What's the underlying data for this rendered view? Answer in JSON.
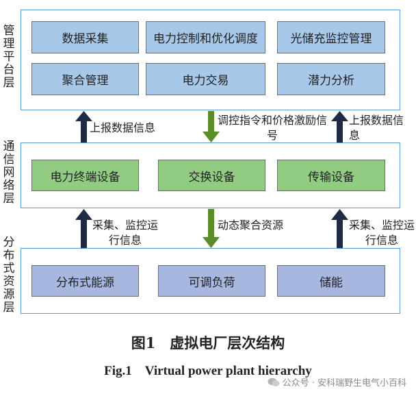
{
  "layers": {
    "management": {
      "label": "管理平台层",
      "modules": [
        "数据采集",
        "电力控制和优化调度",
        "光储充监控管理",
        "聚合管理",
        "电力交易",
        "潜力分析"
      ]
    },
    "communication": {
      "label": "通信网络层",
      "modules": [
        "电力终端设备",
        "交换设备",
        "传输设备"
      ]
    },
    "distributed": {
      "label": "分布式资源层",
      "modules": [
        "分布式能源",
        "可调负荷",
        "储能"
      ]
    }
  },
  "arrows": {
    "upper_left": "上报数据信息",
    "upper_mid": "调控指令和价格激励信号",
    "upper_right": "上报数据信息",
    "lower_left": "采集、监控运行信息",
    "lower_mid": "动态聚合资源",
    "lower_right": "采集、监控运行信息"
  },
  "caption": {
    "chinese": "图1　虚拟电厂层次结构",
    "english": "Fig.1　Virtual power plant hierarchy"
  },
  "watermark": "公众号 · 安科瑞野生电气小百科",
  "colors": {
    "layer_border": "#5b9bd5",
    "management_module": "#a8c8ea",
    "communication_module": "#92cc82",
    "distributed_module": "#a7b7e0",
    "arrow_up": "#1f2a44",
    "arrow_down": "#5b8c2a"
  }
}
